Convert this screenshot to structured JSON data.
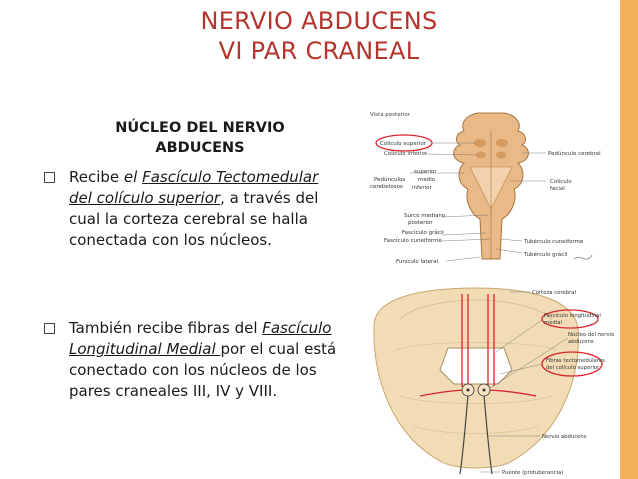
{
  "slide": {
    "title_line1": "NERVIO ABDUCENS",
    "title_line2": "VI PAR CRANEAL",
    "subheading_line1": "NÚCLEO DEL NERVIO",
    "subheading_line2": "ABDUCENS"
  },
  "bullet1": {
    "t1": "Recibe ",
    "t2": "el ",
    "t3": "Fascículo Tectomedular del colículo superior",
    "t4": ", a través del cual la corteza cerebral se halla conectada con los núcleos."
  },
  "bullet2": {
    "t1": "También recibe fibras del ",
    "t2": "Fascículo Longitudinal Medial ",
    "t3": "por el cual está conectado con los núcleos de los pares craneales III, IV y VIII."
  },
  "figure_top": {
    "view_label": "Vista posterior",
    "labels": {
      "coliculo_superior": "Colículo superior",
      "coliculo_inferior": "Colículo inferior",
      "pedunculo_cerebral": "Pedúnculo cerebral",
      "pedunculos_cerebelosos_1": "Pedúnculos",
      "pedunculos_cerebelosos_2": "cerebelosos",
      "superior": "superior",
      "medio": "medio",
      "inferior": "inferior",
      "coliculo_facial_1": "Colículo",
      "coliculo_facial_2": "facial",
      "surco_mediano_1": "Surco mediano",
      "surco_mediano_2": "posterior",
      "fasciculo_gracil": "Fascículo grácil",
      "fasciculo_cuneiforme": "Fascículo cuneiforme",
      "tuberculo_cuneiforme": "Tubérculo cuneiforme",
      "funiculo_lateral": "Funículo lateral",
      "tuberculo_gracil": "Tubérculo grácil"
    }
  },
  "figure_bottom": {
    "labels": {
      "corteza_cerebral": "Corteza cerebral",
      "flm_1": "Fascículo longitudinal",
      "flm_2": "medial",
      "nucleo_1": "Núcleo del nervio",
      "nucleo_2": "abducens",
      "fibras_1": "Fibras tectomedulares",
      "fibras_2": "del colículo superior",
      "nervio_abducens": "Nervio abducens",
      "puente": "Puente (protuberancia)"
    }
  },
  "colors": {
    "title": "#b5352c",
    "accent_bar": "#f3b35a",
    "highlight_circle": "#d9232d"
  }
}
